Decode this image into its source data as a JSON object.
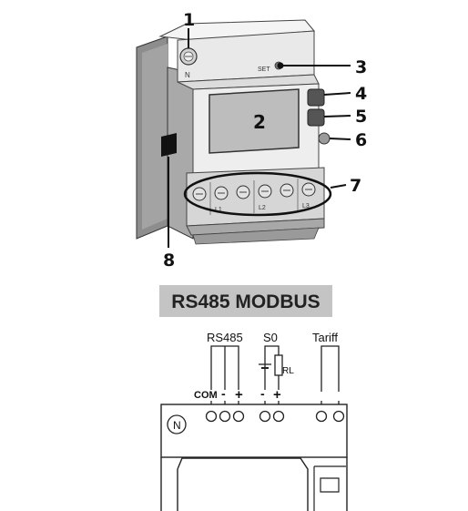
{
  "callouts": {
    "c1": "1",
    "c2": "2",
    "c3": "3",
    "c4": "4",
    "c5": "5",
    "c6": "6",
    "c7": "7",
    "c8": "8"
  },
  "device": {
    "neutral_mark": "N",
    "set_label": "SET",
    "terminal_marks": [
      "L1",
      "L2",
      "L3"
    ]
  },
  "wiring": {
    "banner_title": "RS485 MODBUS",
    "rs485_label": "RS485",
    "s0_label": "S0",
    "tariff_label": "Tariff",
    "resistor_label": "RL",
    "com_label": "COM",
    "minus_label": "-",
    "plus_label": "+",
    "neutral_label": "N"
  },
  "colors": {
    "line": "#222222",
    "body_light": "#ededed",
    "body_mid": "#cfcfcf",
    "body_dark": "#8c8c8c",
    "banner": "#c4c4c4"
  }
}
